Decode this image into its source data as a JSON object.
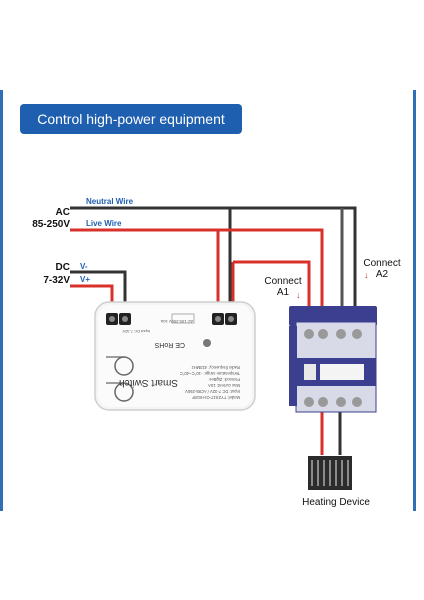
{
  "title": "Control high-power equipment",
  "labels": {
    "neutral_wire": "Neutral Wire",
    "live_wire": "Live Wire",
    "ac_line1": "AC",
    "ac_line2": "85-250V",
    "dc_line1": "DC",
    "dc_line2": "7-32V",
    "v_minus": "V-",
    "v_plus": "V+",
    "connect_a1_line1": "Connect",
    "connect_a1_line2": "A1",
    "connect_a2_line1": "Connect",
    "connect_a2_line2": "A2",
    "heating_device": "Heating Device"
  },
  "device": {
    "name": "Smart Switch",
    "input_label": "Input DC 7-32V",
    "output_label": "AC 100-250V 10A",
    "certifications": "CE RoHS",
    "spec_lines": [
      "Model: TYZS1T-GH-B18F",
      "Input: DC 7-32V / AC85-250V",
      "Max current: 10A",
      "Protocol: ZigBee",
      "Temperature range: -10°C~40°C",
      "Radio frequency: 433MHz"
    ]
  },
  "colors": {
    "accent_blue": "#1f5fb0",
    "live_red": "#d8312b",
    "neutral_black": "#333333",
    "wire_gray": "#8a8a8a",
    "contactor_purple": "#3c3f8f"
  }
}
